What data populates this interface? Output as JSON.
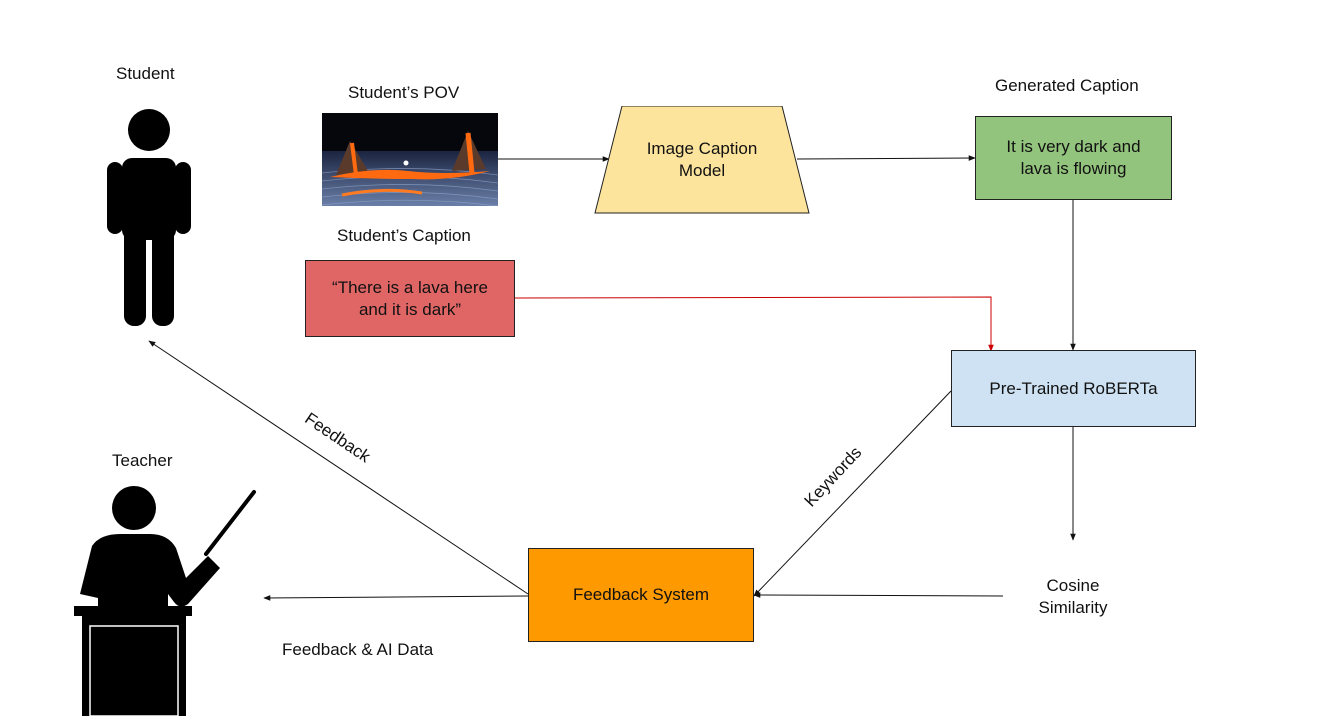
{
  "labels": {
    "student": "Student",
    "teacher": "Teacher",
    "students_pov": "Student’s POV",
    "students_caption": "Student’s Caption",
    "generated_caption": "Generated Caption",
    "cosine_similarity_line1": "Cosine",
    "cosine_similarity_line2": "Similarity",
    "feedback": "Feedback",
    "keywords": "Keywords",
    "feedback_ai_data": "Feedback & AI Data"
  },
  "nodes": {
    "image_caption_model": {
      "line1": "Image Caption",
      "line2": "Model",
      "color": "#fde49c"
    },
    "generated_caption_box": {
      "line1": "It is very dark and",
      "line2": "lava is flowing",
      "color": "#93c47d"
    },
    "student_caption_box": {
      "line1": "“There is a lava here",
      "line2": "and it is dark”",
      "color": "#e06666"
    },
    "roberta": {
      "text": "Pre-Trained RoBERTa",
      "color": "#cfe2f3"
    },
    "feedback_system": {
      "text": "Feedback System",
      "color": "#ff9900"
    }
  },
  "colors": {
    "arrow": "#111111",
    "student_caption_arrow": "#cc0000",
    "silhouette": "#000000"
  },
  "icons": {
    "student": "student-silhouette-icon",
    "teacher": "teacher-silhouette-icon",
    "pov": "lava-scene-thumbnail"
  }
}
